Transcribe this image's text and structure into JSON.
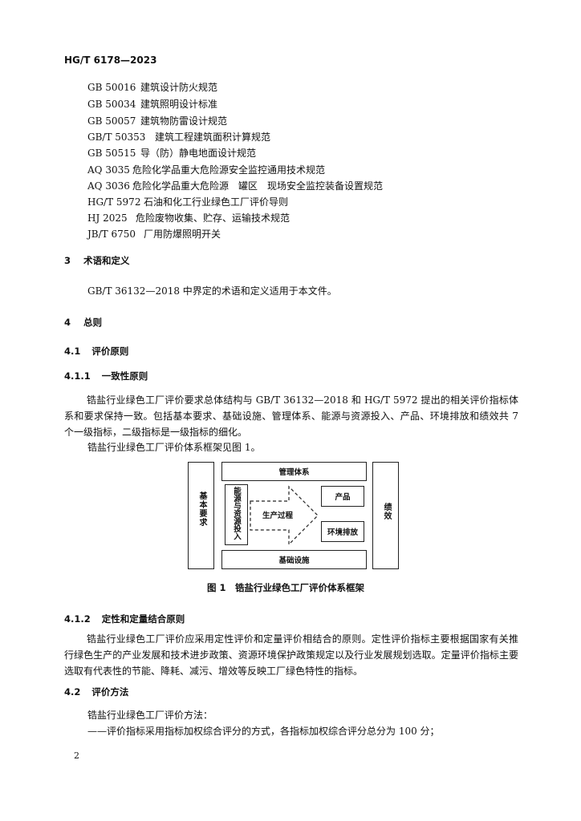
{
  "header": {
    "doc_id": "HG/T 6178—2023"
  },
  "references": [
    {
      "code": "GB 50016",
      "title": "建筑设计防火规范"
    },
    {
      "code": "GB 50034",
      "title": "建筑照明设计标准"
    },
    {
      "code": "GB 50057",
      "title": "建筑物防雷设计规范"
    },
    {
      "code": "GB/T 50353",
      "title": "建筑工程建筑面积计算规范"
    },
    {
      "code": "GB 50515",
      "title": "导（防）静电地面设计规范"
    },
    {
      "code": "AQ 3035",
      "title": "危险化学品重大危险源安全监控通用技术规范"
    },
    {
      "code": "AQ 3036",
      "title": "危险化学品重大危险源　罐区　现场安全监控装备设置规范"
    },
    {
      "code": "HG/T 5972",
      "title": "石油和化工行业绿色工厂评价导则"
    },
    {
      "code": "HJ 2025",
      "title": "危险废物收集、贮存、运输技术规范"
    },
    {
      "code": "JB/T 6750",
      "title": "厂用防爆照明开关"
    }
  ],
  "section3": {
    "number": "3",
    "title": "术语和定义",
    "text": "GB/T 36132—2018 中界定的术语和定义适用于本文件。"
  },
  "section4": {
    "number": "4",
    "title": "总则"
  },
  "s4_1": {
    "number": "4.1",
    "title": "评价原则"
  },
  "s4_1_1": {
    "number": "4.1.1",
    "title": "一致性原则",
    "p1": "锆盐行业绿色工厂评价要求总体结构与 GB/T 36132—2018 和 HG/T 5972 提出的相关评价指标体系和要求保持一致。包括基本要求、基础设施、管理体系、能源与资源投入、产品、环境排放和绩效共 7 个一级指标，二级指标是一级指标的细化。",
    "p2": "锆盐行业绿色工厂评价体系框架见图 1。"
  },
  "figure1": {
    "basic_requirements": "基本要求",
    "management_system": "管理体系",
    "energy_resources": "能源与资源投入",
    "production_process": "生产过程",
    "product": "产品",
    "environment_emission": "环境排放",
    "infrastructure": "基础设施",
    "performance": "绩效",
    "caption": "图 1　锆盐行业绿色工厂评价体系框架"
  },
  "s4_1_2": {
    "number": "4.1.2",
    "title": "定性和定量结合原则",
    "p1": "锆盐行业绿色工厂评价应采用定性评价和定量评价相结合的原则。定性评价指标主要根据国家有关推行绿色生产的产业发展和技术进步政策、资源环境保护政策规定以及行业发展规划选取。定量评价指标主要选取有代表性的节能、降耗、减污、增效等反映工厂绿色特性的指标。"
  },
  "s4_2": {
    "number": "4.2",
    "title": "评价方法",
    "p1": "锆盐行业绿色工厂评价方法：",
    "p2": "——评价指标采用指标加权综合评分的方式，各指标加权综合评分总分为 100 分；"
  },
  "footer": {
    "page_number": "2"
  }
}
